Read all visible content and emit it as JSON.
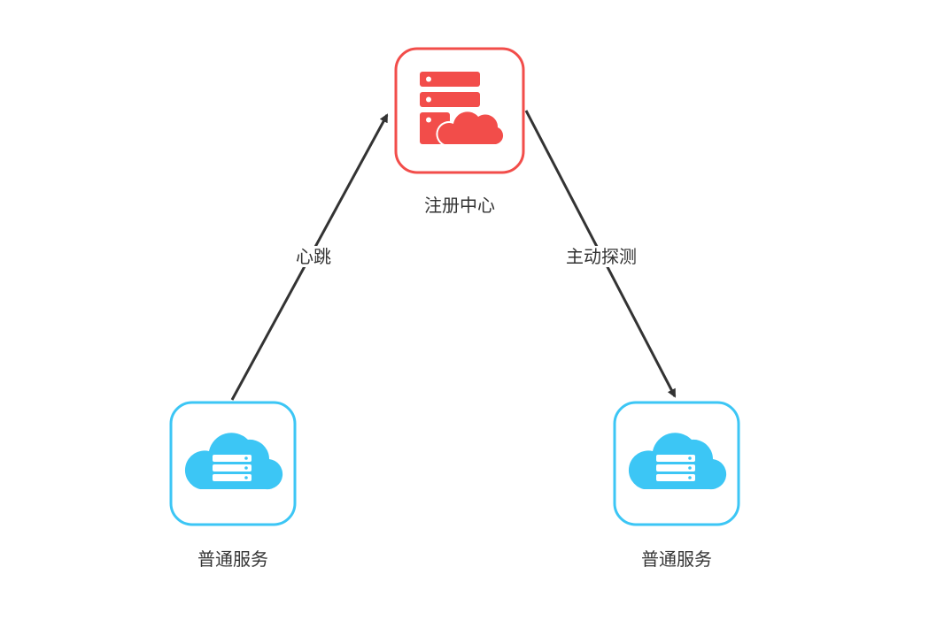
{
  "colors": {
    "registry": "#f24d4a",
    "service": "#3cc6f5",
    "edge": "#333333",
    "text": "#333333"
  },
  "nodes": {
    "registry": {
      "label": "注册中心",
      "icon": "server-cloud-icon"
    },
    "service_left": {
      "label": "普通服务",
      "icon": "cloud-server-icon"
    },
    "service_right": {
      "label": "普通服务",
      "icon": "cloud-server-icon"
    }
  },
  "edges": {
    "heartbeat": {
      "label": "心跳",
      "from": "service_left",
      "to": "registry"
    },
    "probe": {
      "label": "主动探测",
      "from": "registry",
      "to": "service_right"
    }
  }
}
